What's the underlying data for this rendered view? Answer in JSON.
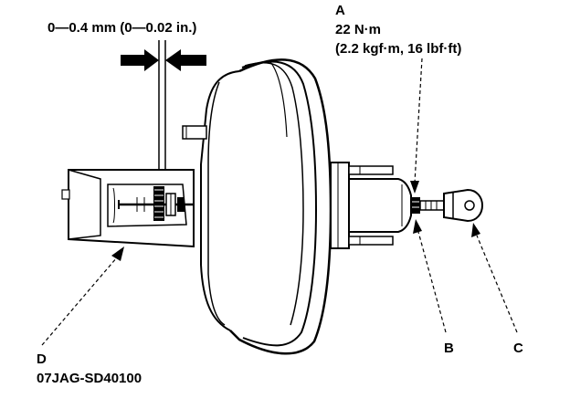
{
  "clearance": {
    "text": "0—0.4 mm (0—0.02 in.)"
  },
  "callouts": {
    "a": {
      "letter": "A",
      "torque_nm": "22 N·m",
      "torque_alt": "(2.2 kgf·m, 16 lbf·ft)"
    },
    "b": {
      "letter": "B"
    },
    "c": {
      "letter": "C"
    },
    "d": {
      "letter": "D",
      "tool_number": "07JAG-SD40100"
    }
  }
}
